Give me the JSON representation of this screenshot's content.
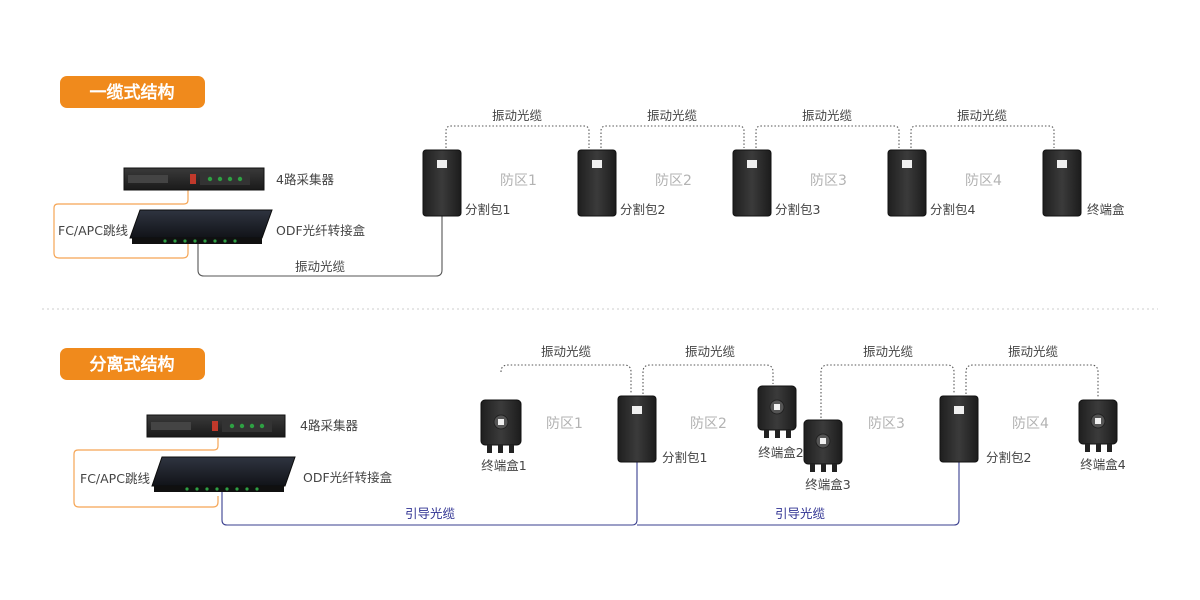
{
  "colors": {
    "badge": "#f08a1c",
    "orange_line": "#f5a555",
    "lead_line": "#3a3f8f",
    "cable": "#555555",
    "box": "#2b2b2b"
  },
  "section1": {
    "title": "一缆式结构",
    "collector": "4路采集器",
    "odf": "ODF光纤转接盒",
    "patch": "FC/APC跳线",
    "feed_cable": "振动光缆",
    "cables": [
      "振动光缆",
      "振动光缆",
      "振动光缆",
      "振动光缆"
    ],
    "zones": [
      "防区1",
      "防区2",
      "防区3",
      "防区4"
    ],
    "boxes": [
      "分割包1",
      "分割包2",
      "分割包3",
      "分割包4",
      "终端盒"
    ]
  },
  "section2": {
    "title": "分离式结构",
    "collector": "4路采集器",
    "odf": "ODF光纤转接盒",
    "patch": "FC/APC跳线",
    "lead_cables": [
      "引导光缆",
      "引导光缆"
    ],
    "cables": [
      "振动光缆",
      "振动光缆",
      "振动光缆",
      "振动光缆"
    ],
    "zones": [
      "防区1",
      "防区2",
      "防区3",
      "防区4"
    ],
    "boxes": [
      "终端盒1",
      "分割包1",
      "终端盒2",
      "终端盒3",
      "分割包2",
      "终端盒4"
    ]
  }
}
